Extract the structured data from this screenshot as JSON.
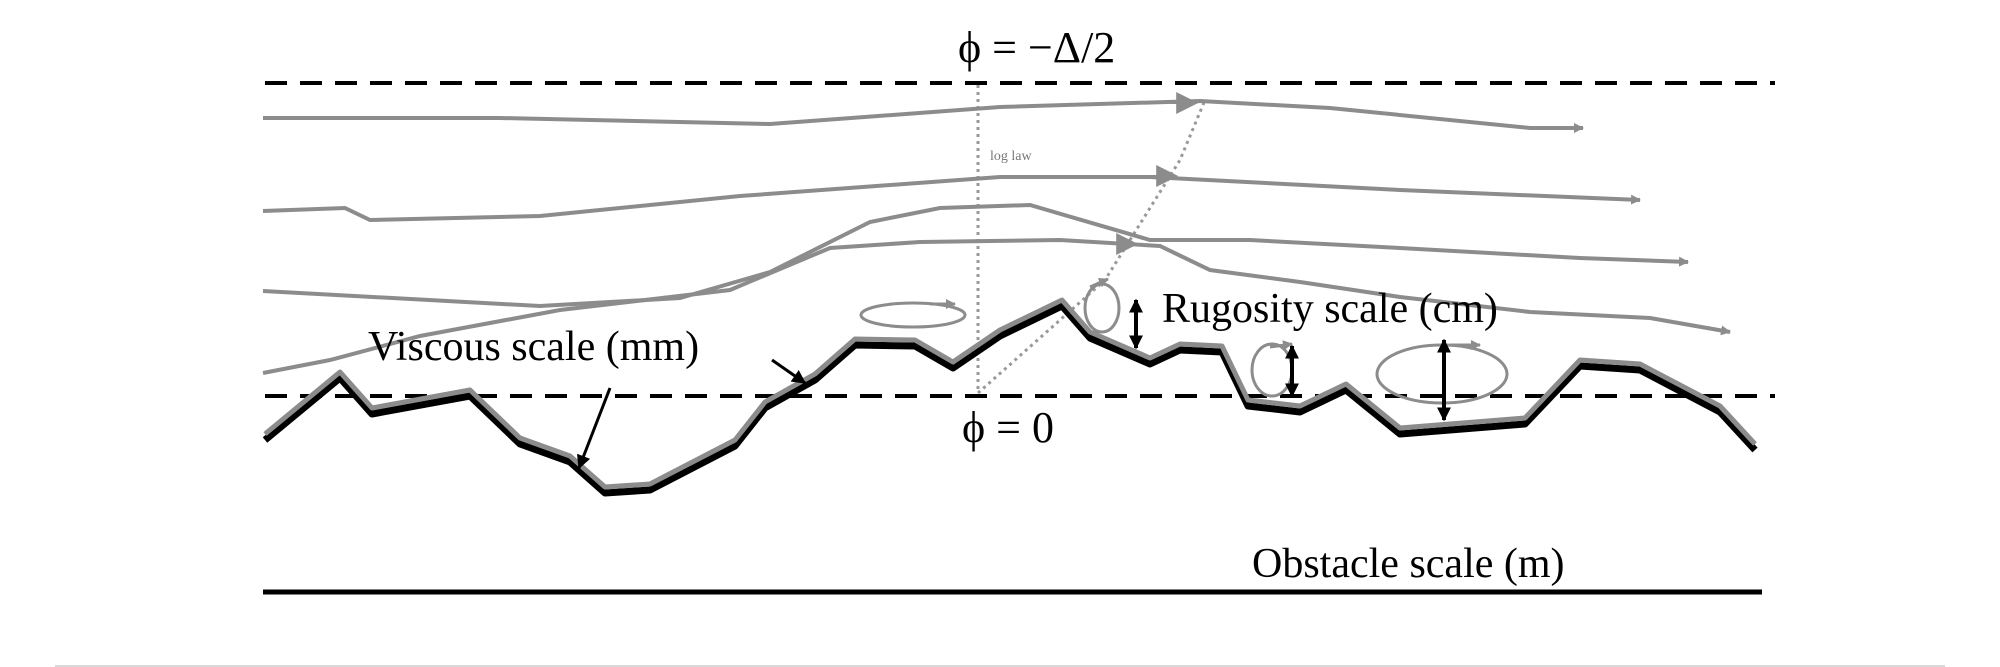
{
  "labels": {
    "phi_top": "ϕ = −Δ/2",
    "phi_bottom": "ϕ = 0",
    "log_law": "log law",
    "viscous": "Viscous scale (mm)",
    "rugosity": "Rugosity scale (cm)",
    "obstacle": "Obstacle scale (m)"
  },
  "colors": {
    "streamline": "#8c8c8c",
    "surface": "#000000",
    "dashed": "#000000",
    "dotted": "#999999"
  }
}
